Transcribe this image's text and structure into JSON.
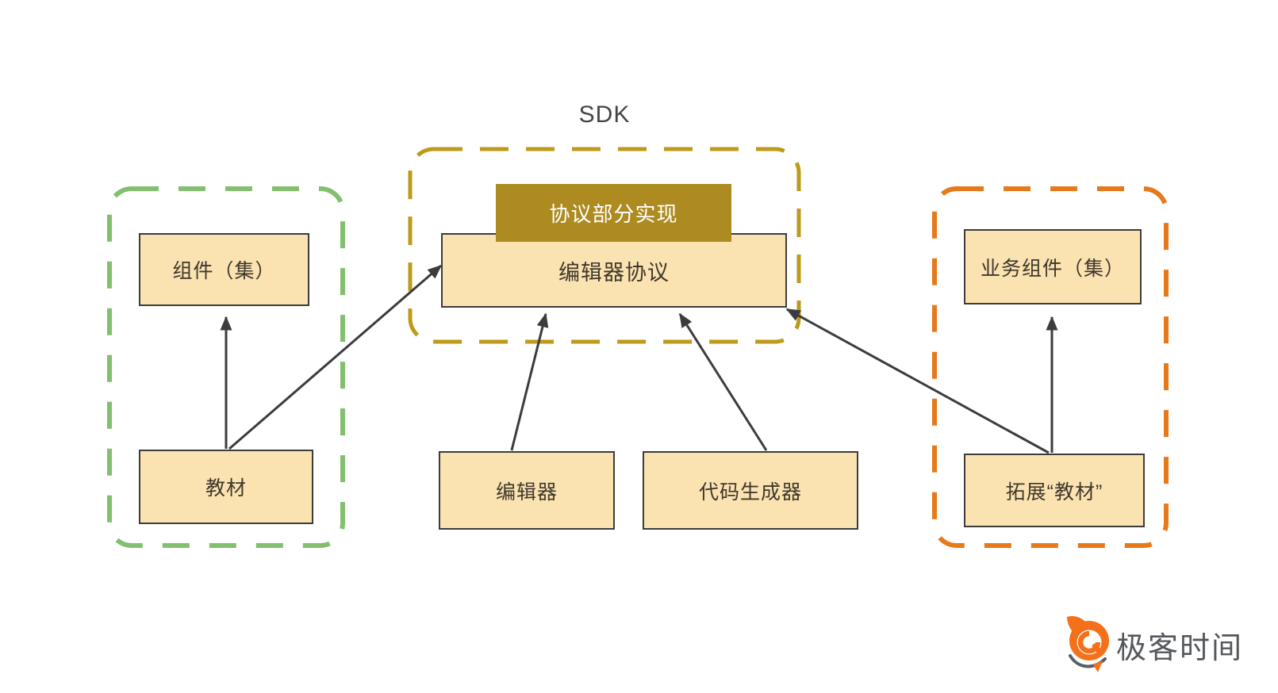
{
  "diagram": {
    "sdk_label": "SDK",
    "nodes": {
      "component_set": "组件（集）",
      "material": "教材",
      "protocol_impl": "协议部分实现",
      "editor_protocol": "编辑器协议",
      "editor": "编辑器",
      "code_generator": "代码生成器",
      "business_component_set": "业务组件（集）",
      "extended_material": "拓展“教材”"
    },
    "groups": {
      "left": {
        "border_color": "#82BF6E"
      },
      "center": {
        "border_color": "#BE9A1A"
      },
      "right": {
        "border_color": "#E8791B"
      }
    },
    "colors": {
      "node_fill": "#FBE2B1",
      "node_border": "#3C3C3C",
      "impl_fill": "#AD8B21",
      "impl_text": "#FFFFFF",
      "arrow": "#3C3C3C",
      "title_text": "#434649"
    },
    "arrows": [
      {
        "from": "material",
        "to": "component_set"
      },
      {
        "from": "material",
        "to": "editor_protocol"
      },
      {
        "from": "editor",
        "to": "editor_protocol"
      },
      {
        "from": "code_generator",
        "to": "editor_protocol"
      },
      {
        "from": "extended_material",
        "to": "editor_protocol"
      },
      {
        "from": "extended_material",
        "to": "business_component_set"
      }
    ]
  },
  "logo": {
    "brand": "极客时间",
    "icon_color": "#F4701B"
  }
}
